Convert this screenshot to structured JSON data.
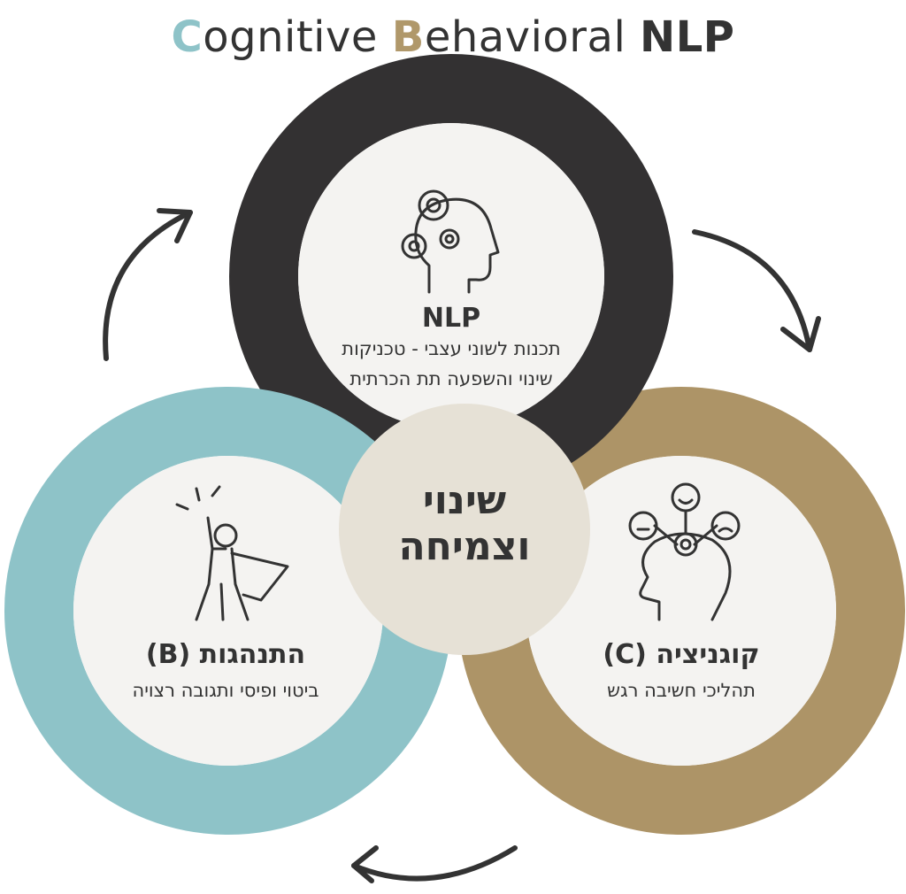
{
  "title": {
    "c_letter": "C",
    "rest1": "ognitive ",
    "b_letter": "B",
    "rest2": "ehavioral ",
    "nlp": "NLP"
  },
  "circles": {
    "nlp": {
      "heading": "NLP",
      "line1": "תכנות לשוני עצבי - טכניקות",
      "line2": "שינוי והשפעה תת הכרתית",
      "icon": "head-gears-icon",
      "color": "#333132"
    },
    "behavior": {
      "heading": "התנהגות (B)",
      "line1": "ביטוי ופיסי ותגובה רצויה",
      "icon": "superhero-icon",
      "color": "#8ec3c8"
    },
    "cognition": {
      "heading": "קוגניציה (C)",
      "line1": "תהליכי חשיבה רגש",
      "icon": "head-emotions-icon",
      "color": "#ad9467"
    },
    "center": {
      "line1": "שינוי",
      "line2": "וצמיחה",
      "color": "#e6e1d6"
    }
  },
  "colors": {
    "inner_fill": "#f4f3f1",
    "arrow": "#333333"
  }
}
